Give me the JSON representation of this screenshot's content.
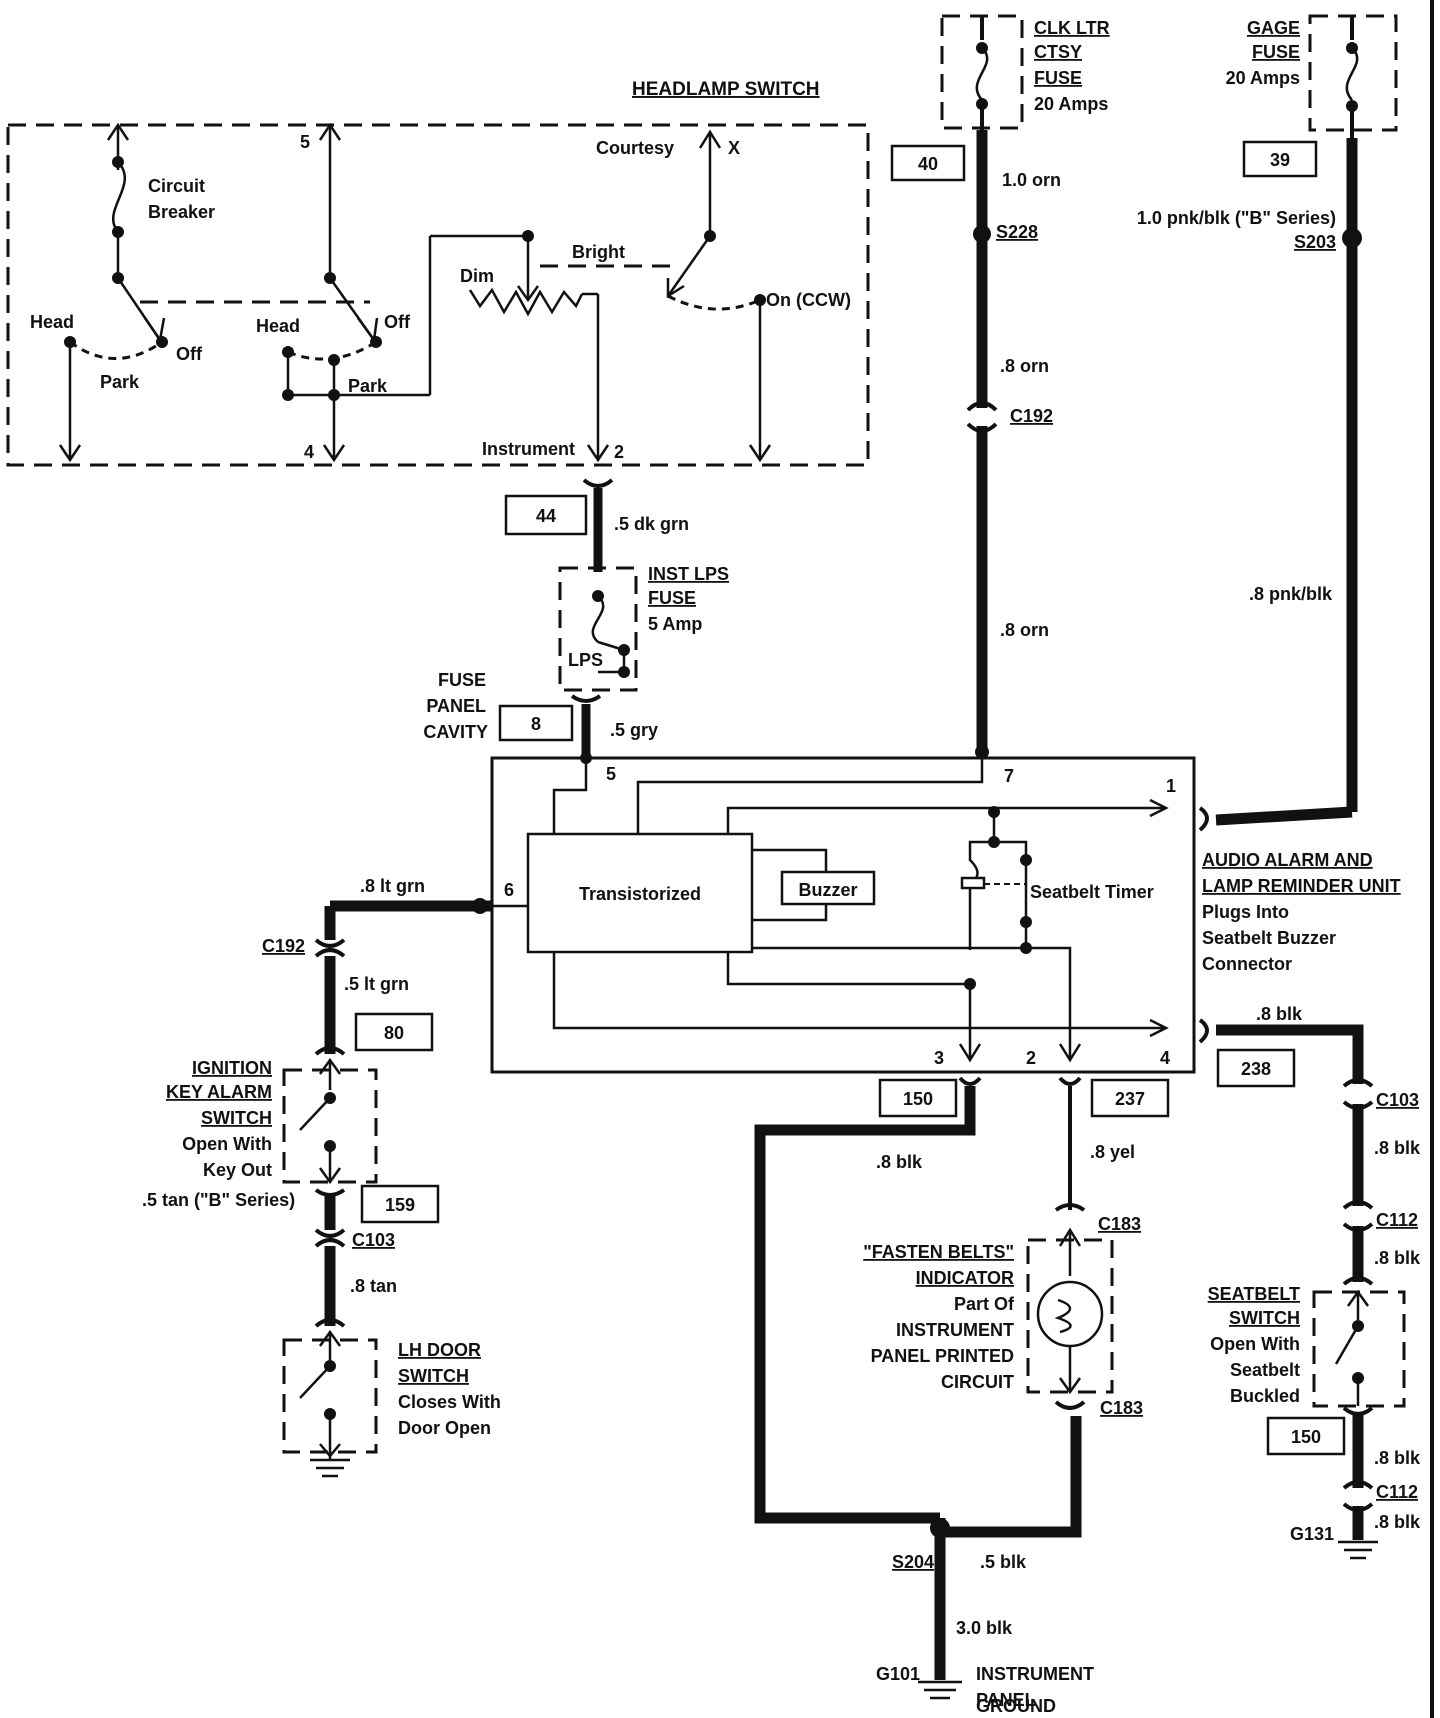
{
  "headlamp_switch": {
    "title": "HEADLAMP SWITCH",
    "circuit_breaker": [
      "Circuit",
      "Breaker"
    ],
    "head_left": "Head",
    "park_left": "Park",
    "off_left": "Off",
    "head_mid": "Head",
    "off_mid": "Off",
    "park_mid": "Park",
    "dim": "Dim",
    "bright": "Bright",
    "courtesy": "Courtesy",
    "x": "X",
    "on_ccw": "On (CCW)",
    "instrument": "Instrument",
    "pin_5": "5",
    "pin_4": "4",
    "pin_2": "2"
  },
  "clk_fuse": {
    "lines": [
      "CLK LTR",
      "CTSY",
      "FUSE"
    ],
    "rating": "20 Amps",
    "circuit": "40"
  },
  "gage_fuse": {
    "lines": [
      "GAGE",
      "FUSE"
    ],
    "rating": "20 Amps",
    "circuit": "39"
  },
  "inst_fuse": {
    "lines": [
      "INST LPS",
      "FUSE"
    ],
    "rating": "5 Amp",
    "lps": "LPS",
    "circuit": "44"
  },
  "fuse_panel": {
    "lines": [
      "FUSE",
      "PANEL",
      "CAVITY"
    ],
    "cavity": "8"
  },
  "wires": {
    "orn_1": "1.0 orn",
    "s228": "S228",
    "orn_8a": ".8 orn",
    "c192_top": "C192",
    "orn_8b": ".8 orn",
    "pnk_blk_1": "1.0 pnk/blk (\"B\" Series)",
    "s203": "S203",
    "pnk_blk_8": ".8 pnk/blk",
    "dk_grn": ".5 dk grn",
    "gry": ".5 gry",
    "lt_grn_8": ".8 lt grn",
    "c192_left": "C192",
    "lt_grn_5": ".5 lt grn",
    "tan_5": ".5 tan (\"B\" Series)",
    "c103_left": "C103",
    "tan_8": ".8 tan",
    "blk_8_right": ".8 blk",
    "c103_right": "C103",
    "blk_8_r2": ".8 blk",
    "c112_top": "C112",
    "blk_8_r3": ".8 blk",
    "blk_8_r4": ".8 blk",
    "c112_bot": "C112",
    "blk_8_r5": ".8 blk",
    "g131": "G131",
    "blk_8_mid": ".8 blk",
    "yel_8": ".8 yel",
    "c183_top": "C183",
    "c183_bot": "C183",
    "s204": "S204",
    "blk_5": ".5 blk",
    "blk_3": "3.0 blk",
    "g101": "G101"
  },
  "unit": {
    "transistorized": "Transistorized",
    "buzzer": "Buzzer",
    "seatbelt_timer": "Seatbelt Timer",
    "pin_1": "1",
    "pin_2": "2",
    "pin_3": "3",
    "pin_4": "4",
    "pin_5": "5",
    "pin_6": "6",
    "pin_7": "7",
    "title": [
      "AUDIO ALARM AND",
      "LAMP REMINDER UNIT"
    ],
    "desc": [
      "Plugs Into",
      "Seatbelt Buzzer",
      "Connector"
    ]
  },
  "circuits": {
    "c80": "80",
    "c159": "159",
    "c238": "238",
    "c150a": "150",
    "c237": "237",
    "c150b": "150"
  },
  "ignition_switch": {
    "title": [
      "IGNITION",
      "KEY ALARM",
      "SWITCH"
    ],
    "desc": [
      "Open With",
      "Key Out"
    ]
  },
  "door_switch": {
    "title": [
      "LH DOOR",
      "SWITCH"
    ],
    "desc": [
      "Closes With",
      "Door Open"
    ]
  },
  "fasten_belts": {
    "title": [
      "\"FASTEN BELTS\"",
      "INDICATOR"
    ],
    "desc": [
      "Part Of",
      "INSTRUMENT",
      "PANEL PRINTED",
      "CIRCUIT"
    ]
  },
  "seatbelt_switch": {
    "title": [
      "SEATBELT",
      "SWITCH"
    ],
    "desc": [
      "Open With",
      "Seatbelt",
      "Buckled"
    ]
  },
  "ground": [
    "INSTRUMENT",
    "PANEL",
    "GROUND"
  ]
}
